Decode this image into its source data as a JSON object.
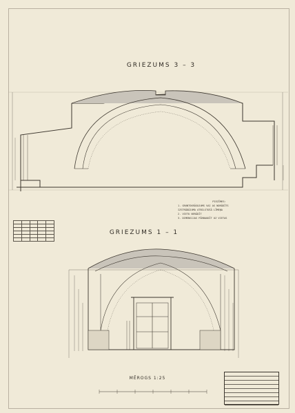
{
  "sections": {
    "upper_title": "GRIEZUMS  3 – 3",
    "lower_title": "GRIEZUMS  1 – 1"
  },
  "scale": {
    "label": "MĒROGS  1:25"
  },
  "notes": {
    "heading": "PIEZĪMES:",
    "lines": [
      "1. GRUNTSKRĀSOJUMS VAI AS NORĀDĪTS",
      "   IZSTRĀDĀJUMA ATBILSTOŠĀ LĪMEŅA",
      "2. VIETU NERĀDĪT",
      "3. DIMENSIJAS PĀRBAUDĪT UZ VIETAS"
    ]
  },
  "stamp": {
    "rows": [
      "",
      "",
      "",
      "",
      "",
      "",
      "",
      ""
    ]
  },
  "ref_table": {
    "rows": [
      [
        "",
        "",
        "",
        "",
        ""
      ],
      [
        "",
        "",
        "",
        "",
        ""
      ],
      [
        "",
        "",
        "",
        "",
        ""
      ],
      [
        "",
        "",
        "",
        "",
        ""
      ],
      [
        "",
        "",
        "",
        "",
        ""
      ],
      [
        "",
        "",
        "",
        "",
        ""
      ]
    ]
  },
  "page_number": "",
  "colors": {
    "paper": "#f0ead8",
    "ink": "#2f2a24",
    "wall": "#c9c4ba"
  }
}
